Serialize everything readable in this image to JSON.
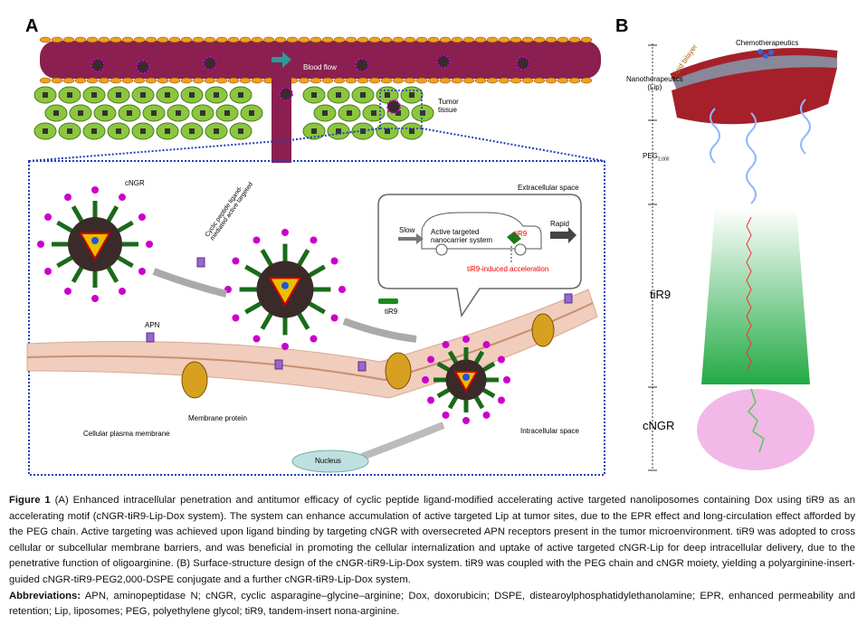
{
  "panel_a": {
    "label": "A",
    "blood_flow": "Blood flow",
    "tumor_tissue": "Tumor\ntissue",
    "cngr": "cNGR",
    "cyclic_peptide": "Cyclic peptide ligand-\nmediated active targeted",
    "extracellular": "Extracellular space",
    "slow": "Slow",
    "rapid": "Rapid",
    "car_text": "Active targeted\nnanocarrier system",
    "tir9_car": "tiR9",
    "acceleration": "tiR9-induced acceleration",
    "tir9_rod": "tiR9",
    "apn": "APN",
    "membrane_protein": "Membrane protein",
    "plasma_membrane": "Cellular plasma membrane",
    "intracellular": "Intracellular space",
    "nucleus": "Nucleus"
  },
  "panel_b": {
    "label": "B",
    "lipid_bilayer": "Lipid bilayer",
    "chemo": "Chemotherapeutics",
    "nano": "Nanotherapeutics\n(Lip)",
    "peg": "PEG",
    "peg_sub": "2,000",
    "tir9": "tiR9",
    "cngr": "cNGR"
  },
  "caption": {
    "fig_label": "Figure 1",
    "text": "(A) Enhanced intracellular penetration and antitumor efficacy of cyclic peptide ligand-modified accelerating active targeted nanoliposomes containing Dox using tiR9 as an accelerating motif (cNGR-tiR9-Lip-Dox system). The system can enhance accumulation of active targeted Lip at tumor sites, due to the EPR effect and long-circulation effect afforded by the PEG chain. Active targeting was achieved upon ligand binding by targeting cNGR with oversecreted APN receptors present in the tumor microenvironment. tiR9 was adopted to cross cellular or subcellular membrane barriers, and was beneficial in promoting the cellular internalization and uptake of active targeted cNGR-Lip for deep intracellular delivery, due to the penetrative function of oligoarginine. (B) Surface-structure design of the cNGR-tiR9-Lip-Dox system. tiR9 was coupled with the PEG chain and cNGR moiety, yielding a polyarginine-insert-guided cNGR-tiR9-PEG2,000-DSPE conjugate and a further cNGR-tiR9-Lip-Dox system.",
    "abbr_label": "Abbreviations:",
    "abbr_text": "APN, aminopeptidase N; cNGR, cyclic asparagine–glycine–arginine; Dox, doxorubicin; DSPE, distearoylphosphatidylethanolamine; EPR, enhanced permeability and retention; Lip, liposomes; PEG, polyethylene glycol; tiR9, tandem-insert nona-arginine."
  },
  "colors": {
    "vessel": "#8b1f4f",
    "cell": "#8cc63f",
    "ligand": "#cc00cc",
    "dotted_box": "#1f3fbf",
    "lipid": "#a5202a",
    "peg": "#8fb8ff",
    "tir9_gradient": "#22aa44",
    "cngr_oval": "#f2b8e8"
  }
}
